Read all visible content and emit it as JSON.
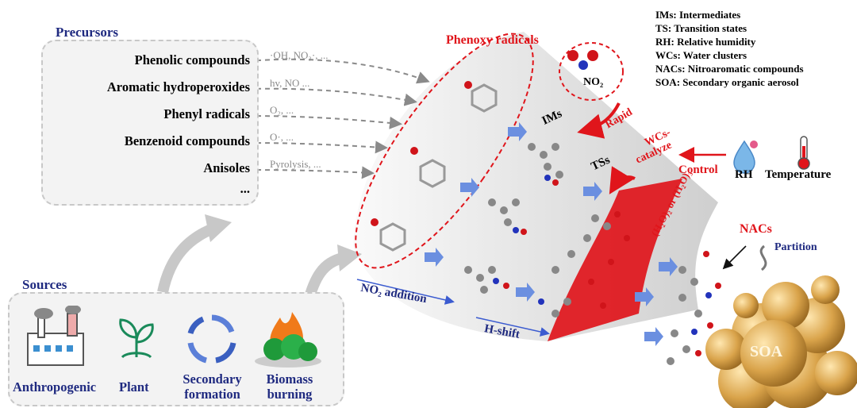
{
  "precursors": {
    "title": "Precursors",
    "items": [
      {
        "label": "Phenolic compounds",
        "condition": "·OH, NO₃·, ..."
      },
      {
        "label": "Aromatic hydroperoxides",
        "condition": "hv, NO ..."
      },
      {
        "label": "Phenyl radicals",
        "condition": "O₂, ..."
      },
      {
        "label": "Benzenoid compounds",
        "condition": "O·, ..."
      },
      {
        "label": "Anisoles",
        "condition": "Pyrolysis, ..."
      },
      {
        "label": "...",
        "condition": ""
      }
    ]
  },
  "sources": {
    "title": "Sources",
    "items": [
      {
        "label": "Anthropogenic",
        "icon": "factory-icon"
      },
      {
        "label": "Plant",
        "icon": "plant-icon"
      },
      {
        "label": "Secondary formation",
        "icon": "recycle-icon"
      },
      {
        "label": "Biomass burning",
        "icon": "fire-icon"
      }
    ]
  },
  "legend": [
    "IMs: Intermediates",
    "TS: Transition states",
    "RH: Relative humidity",
    "WCs: Water clusters",
    "NACs: Nitroaromatic compounds",
    "SOA: Secondary organic aerosol"
  ],
  "labels": {
    "phenoxy": "Phenoxy radicals",
    "no2": "NO₂",
    "rapid": "Rapid",
    "ims": "IMs",
    "tss": "TSs",
    "wcs": "WCs-",
    "catalyze": "catalyze",
    "water": "(H₂O)₂ or (H₂O)₃",
    "control": "Control",
    "rh": "RH",
    "temperature": "Temperature",
    "nacs": "NACs",
    "partition": "Partition",
    "no2_addition": "NO₂ addition",
    "hshift": "H-shift",
    "soa": "SOA"
  },
  "colors": {
    "red": "#e0151b",
    "navy": "#1f2a80",
    "grey": "#8a8a8a",
    "soa": "#d9a34a",
    "oxygen": "#d0141a",
    "nitrogen": "#2233bb"
  }
}
